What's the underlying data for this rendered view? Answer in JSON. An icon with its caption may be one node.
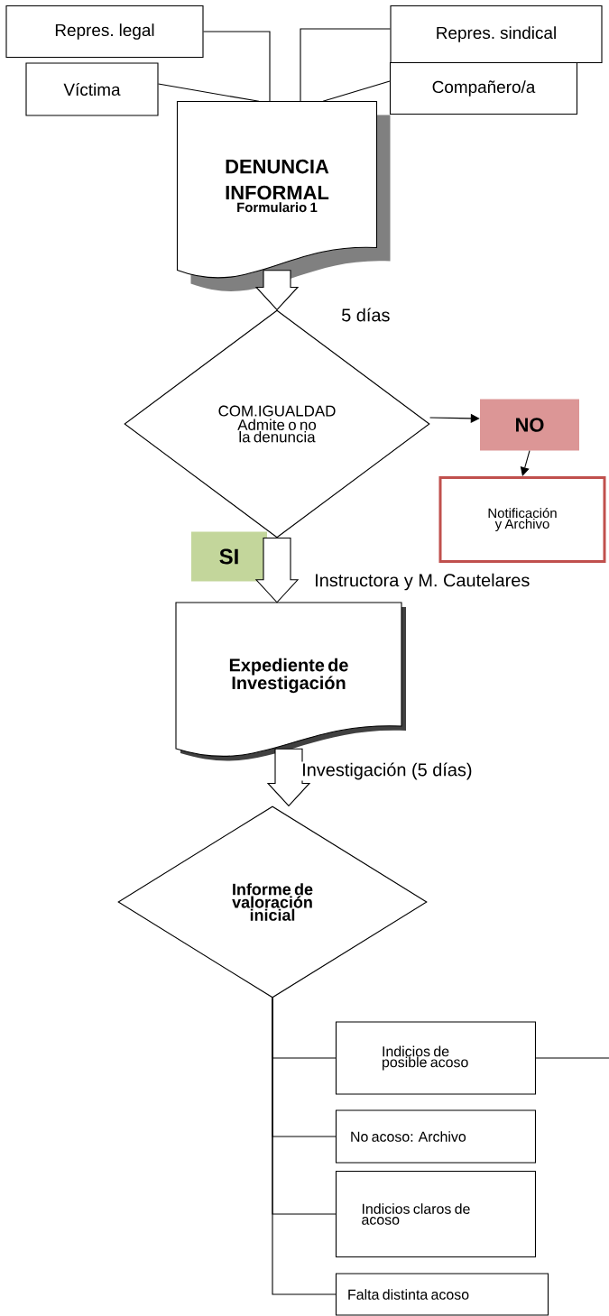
{
  "diagram": {
    "nodes": [
      {
        "text": [
          "Repres. legal"
        ]
      },
      {
        "text": [
          "Repres. sindical"
        ]
      },
      {
        "text": [
          "Víctima"
        ]
      },
      {
        "text": [
          "Compañero/a"
        ]
      },
      {
        "text": [
          "DENUNCIA INFORMAL",
          "Formulario 1"
        ]
      },
      {
        "text": [
          "COM.IGUALDAD",
          "Admite o no la denuncia"
        ]
      },
      {
        "text": [
          "NO"
        ]
      },
      {
        "text": [
          "Notificación y Archivo"
        ]
      },
      {
        "text": [
          "SI"
        ]
      },
      {
        "text": [
          "Expediente de Investigación"
        ]
      },
      {
        "text": [
          "Informe de valoración inicial"
        ]
      },
      {
        "text": [
          "Indicios de posible acoso"
        ]
      },
      {
        "text": [
          "No acoso: Archivo"
        ]
      },
      {
        "text": [
          "Indicios claros de acoso"
        ]
      },
      {
        "text": [
          "Falta distinta acoso"
        ]
      }
    ],
    "edges": [
      {
        "from": 0,
        "to": 4,
        "arrow": "none"
      },
      {
        "from": 1,
        "to": 4,
        "arrow": "none"
      },
      {
        "from": 2,
        "to": 4,
        "arrow": "none"
      },
      {
        "from": 3,
        "to": 4,
        "arrow": "none"
      },
      {
        "from": 4,
        "to": 5,
        "arrow": "to",
        "style": "thick",
        "label": "5 días"
      },
      {
        "from": 5,
        "to": 6,
        "arrow": "to"
      },
      {
        "from": 6,
        "to": 7,
        "arrow": "to"
      },
      {
        "from": 5,
        "to": 9,
        "arrow": "to",
        "style": "thick",
        "label": "Instructora y M. Cautelares"
      },
      {
        "from": 9,
        "to": 10,
        "arrow": "to",
        "style": "thick",
        "label": "Investigación (5 días)"
      },
      {
        "from": 10,
        "to": 11,
        "arrow": "none"
      },
      {
        "from": 10,
        "to": 12,
        "arrow": "none"
      },
      {
        "from": 10,
        "to": 13,
        "arrow": "none"
      },
      {
        "from": 10,
        "to": 14,
        "arrow": "none"
      },
      {
        "from": 11,
        "to": null,
        "arrow": "none"
      }
    ]
  }
}
